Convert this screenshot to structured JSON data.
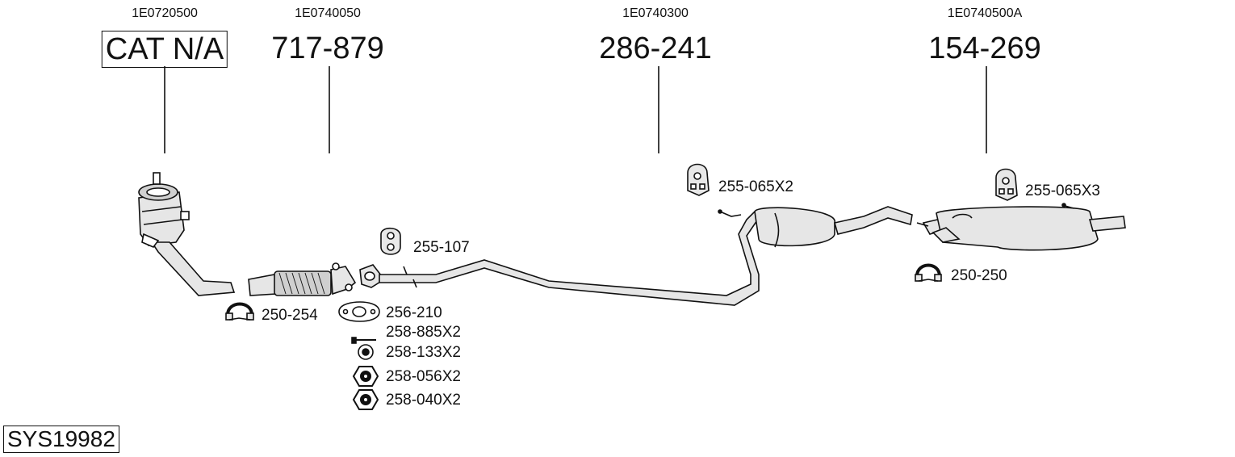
{
  "system_code": "SYS19982",
  "groups": [
    {
      "oe_ref": "1E0720500",
      "part_no": "CAT N/A"
    },
    {
      "oe_ref": "1E0740050",
      "part_no": "717-879"
    },
    {
      "oe_ref": "1E0740300",
      "part_no": "286-241"
    },
    {
      "oe_ref": "1E0740500A",
      "part_no": "154-269"
    }
  ],
  "fittings": [
    {
      "label": "255-065X2"
    },
    {
      "label": "255-065X3"
    },
    {
      "label": "255-107"
    },
    {
      "label": "250-250"
    },
    {
      "label": "250-254"
    },
    {
      "label": "256-210"
    },
    {
      "label": "258-885X2"
    },
    {
      "label": "258-133X2"
    },
    {
      "label": "258-056X2"
    },
    {
      "label": "258-040X2"
    }
  ]
}
